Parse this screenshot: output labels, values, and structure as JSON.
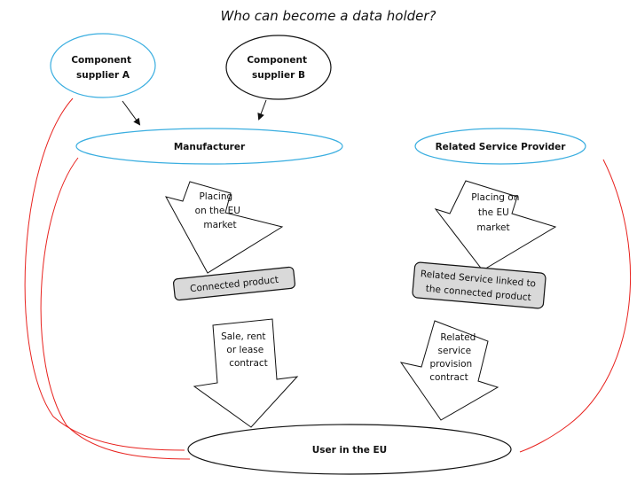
{
  "title": "Who can become a data holder?",
  "nodes": {
    "supplier_a": [
      "Component",
      "supplier A"
    ],
    "supplier_b": [
      "Component",
      "supplier B"
    ],
    "manufacturer": "Manufacturer",
    "related_service_provider": "Related Service Provider",
    "user": "User in the EU"
  },
  "arrows": {
    "placing_left": [
      "Placing",
      "on the EU",
      "market"
    ],
    "placing_right": [
      "Placing on",
      "the EU",
      "market"
    ],
    "contract_left": [
      "Sale, rent",
      "or lease",
      "contract"
    ],
    "contract_right": [
      "Related",
      "service",
      "provision",
      "contract"
    ]
  },
  "boxes": {
    "connected_product": "Connected product",
    "related_service": [
      "Related Service linked to",
      "the connected product"
    ]
  },
  "colors": {
    "blue_outline": "#3aaee0",
    "red_connector": "#e8231f",
    "box_fill": "#d9d9d9",
    "black": "#111111"
  }
}
